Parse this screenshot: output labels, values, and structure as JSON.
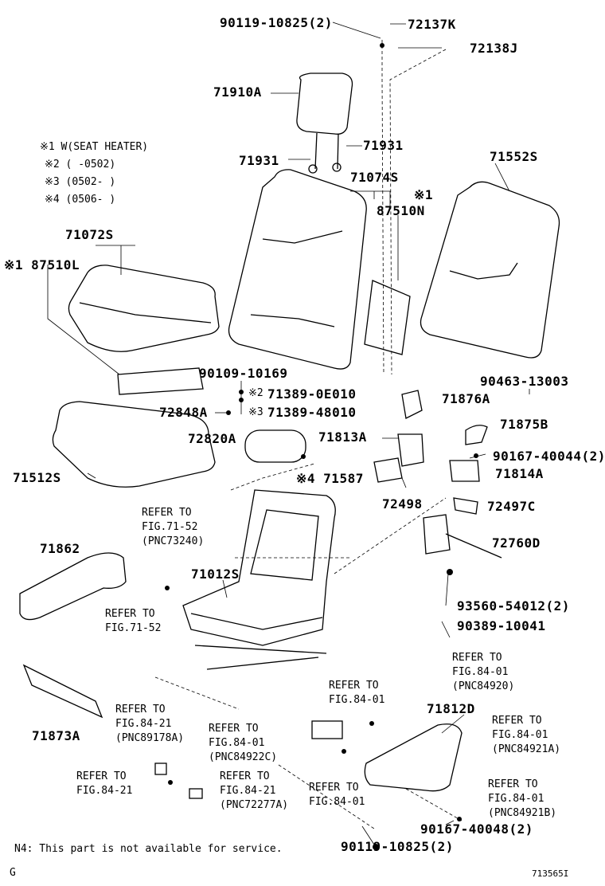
{
  "notes": {
    "line1": "※1 W(SEAT HEATER)",
    "line2": "※2 (      -0502)",
    "line3": "※3 (0502-      )",
    "line4": "※4 (0506-      )"
  },
  "parts": {
    "p90119_top": "90119-10825(2)",
    "p72137K": "72137K",
    "p72138J": "72138J",
    "p71910A": "71910A",
    "p71931_left": "71931",
    "p71931_right": "71931",
    "p71552S": "71552S",
    "p71074S": "71074S",
    "star1_n": "※1",
    "p87510N": "87510N",
    "p71072S": "71072S",
    "p87510L": "※1 87510L",
    "p90463": "90463-13003",
    "p90109": "90109-10169",
    "star2": "※2",
    "p71389_0E010": "71389-0E010",
    "p71876A": "71876A",
    "p72848A": "72848A",
    "star3": "※3",
    "p71389_48010": "71389-48010",
    "p71875B": "71875B",
    "p72820A": "72820A",
    "p71813A": "71813A",
    "p90167_40044": "90167-40044(2)",
    "p71512S": "71512S",
    "p71587": "※4 71587",
    "p71814A": "71814A",
    "p72498": "72498",
    "p72497C": "72497C",
    "p71862": "71862",
    "p72760D": "72760D",
    "p71012S": "71012S",
    "p93560": "93560-54012(2)",
    "p90389": "90389-10041",
    "p71812D": "71812D",
    "p71873A": "71873A",
    "p90167_40048": "90167-40048(2)",
    "p90119_bottom": "90119-10825(2)"
  },
  "refs": {
    "r1": [
      "REFER TO",
      "FIG.71-52",
      "(PNC73240)"
    ],
    "r2": [
      "REFER TO",
      "FIG.71-52"
    ],
    "r3": [
      "REFER TO",
      "FIG.84-01",
      "(PNC84920)"
    ],
    "r4": [
      "REFER TO",
      "FIG.84-01"
    ],
    "r5": [
      "REFER TO",
      "FIG.84-21",
      "(PNC89178A)"
    ],
    "r6": [
      "REFER TO",
      "FIG.84-01",
      "(PNC84922C)"
    ],
    "r7": [
      "REFER TO",
      "FIG.84-01",
      "(PNC84921A)"
    ],
    "r8": [
      "REFER TO",
      "FIG.84-21"
    ],
    "r9": [
      "REFER TO",
      "FIG.84-21",
      "(PNC72277A)"
    ],
    "r10": [
      "REFER TO",
      "FIG.84-01"
    ],
    "r11": [
      "REFER TO",
      "FIG.84-01",
      "(PNC84921B)"
    ]
  },
  "footer": {
    "n4": "N4: This part is not available for service.",
    "g": "G",
    "code": "713565I"
  }
}
